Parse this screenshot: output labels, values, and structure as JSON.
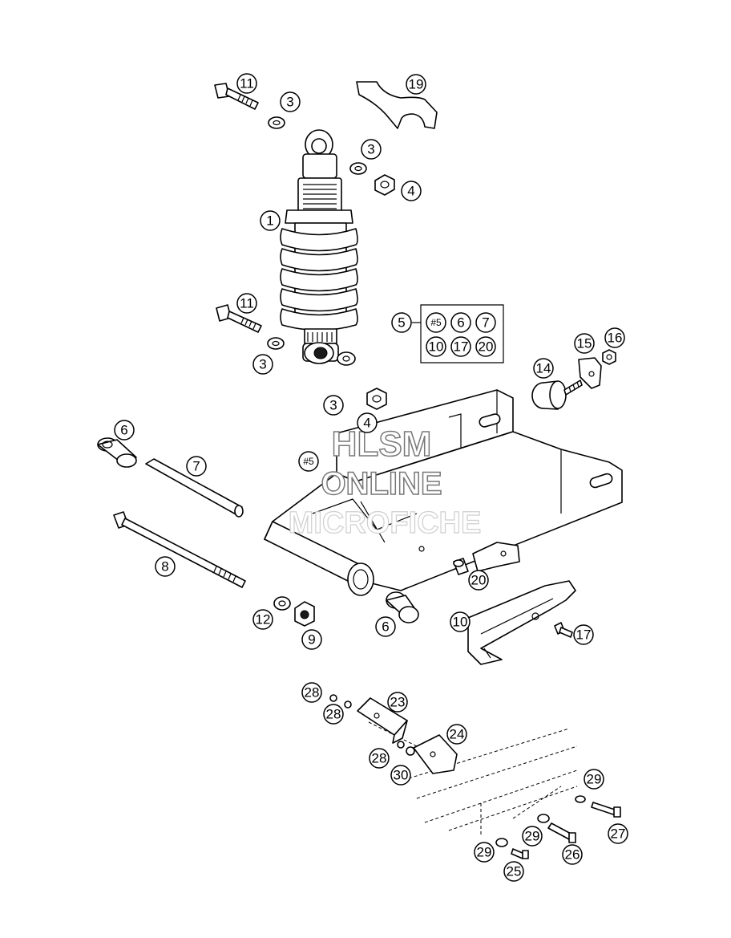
{
  "watermark": {
    "line1": "HLSM",
    "line2": "ONLINE",
    "line3": "MICROFICHE"
  },
  "callouts": {
    "p11_top": "11",
    "p3_a": "3",
    "p19": "19",
    "p3_b": "3",
    "p4_a": "4",
    "p1": "1",
    "p11_mid": "11",
    "p3_c": "3",
    "p3_d": "3",
    "p4_b": "4",
    "p5": "5",
    "kit_5": "#5",
    "kit_6": "6",
    "kit_7": "7",
    "kit_10": "10",
    "kit_17": "17",
    "kit_20": "20",
    "p14": "14",
    "p15": "15",
    "p16": "16",
    "p6_a": "6",
    "p7": "7",
    "swingarm_5": "#5",
    "p8": "8",
    "p20": "20",
    "p12": "12",
    "p9": "9",
    "p6_b": "6",
    "p10": "10",
    "p17": "17",
    "p28_a": "28",
    "p28_b": "28",
    "p23": "23",
    "p24": "24",
    "p28_c": "28",
    "p30": "30",
    "p29_a": "29",
    "p27": "27",
    "p29_b": "29",
    "p29_c": "29",
    "p26": "26",
    "p25": "25"
  }
}
